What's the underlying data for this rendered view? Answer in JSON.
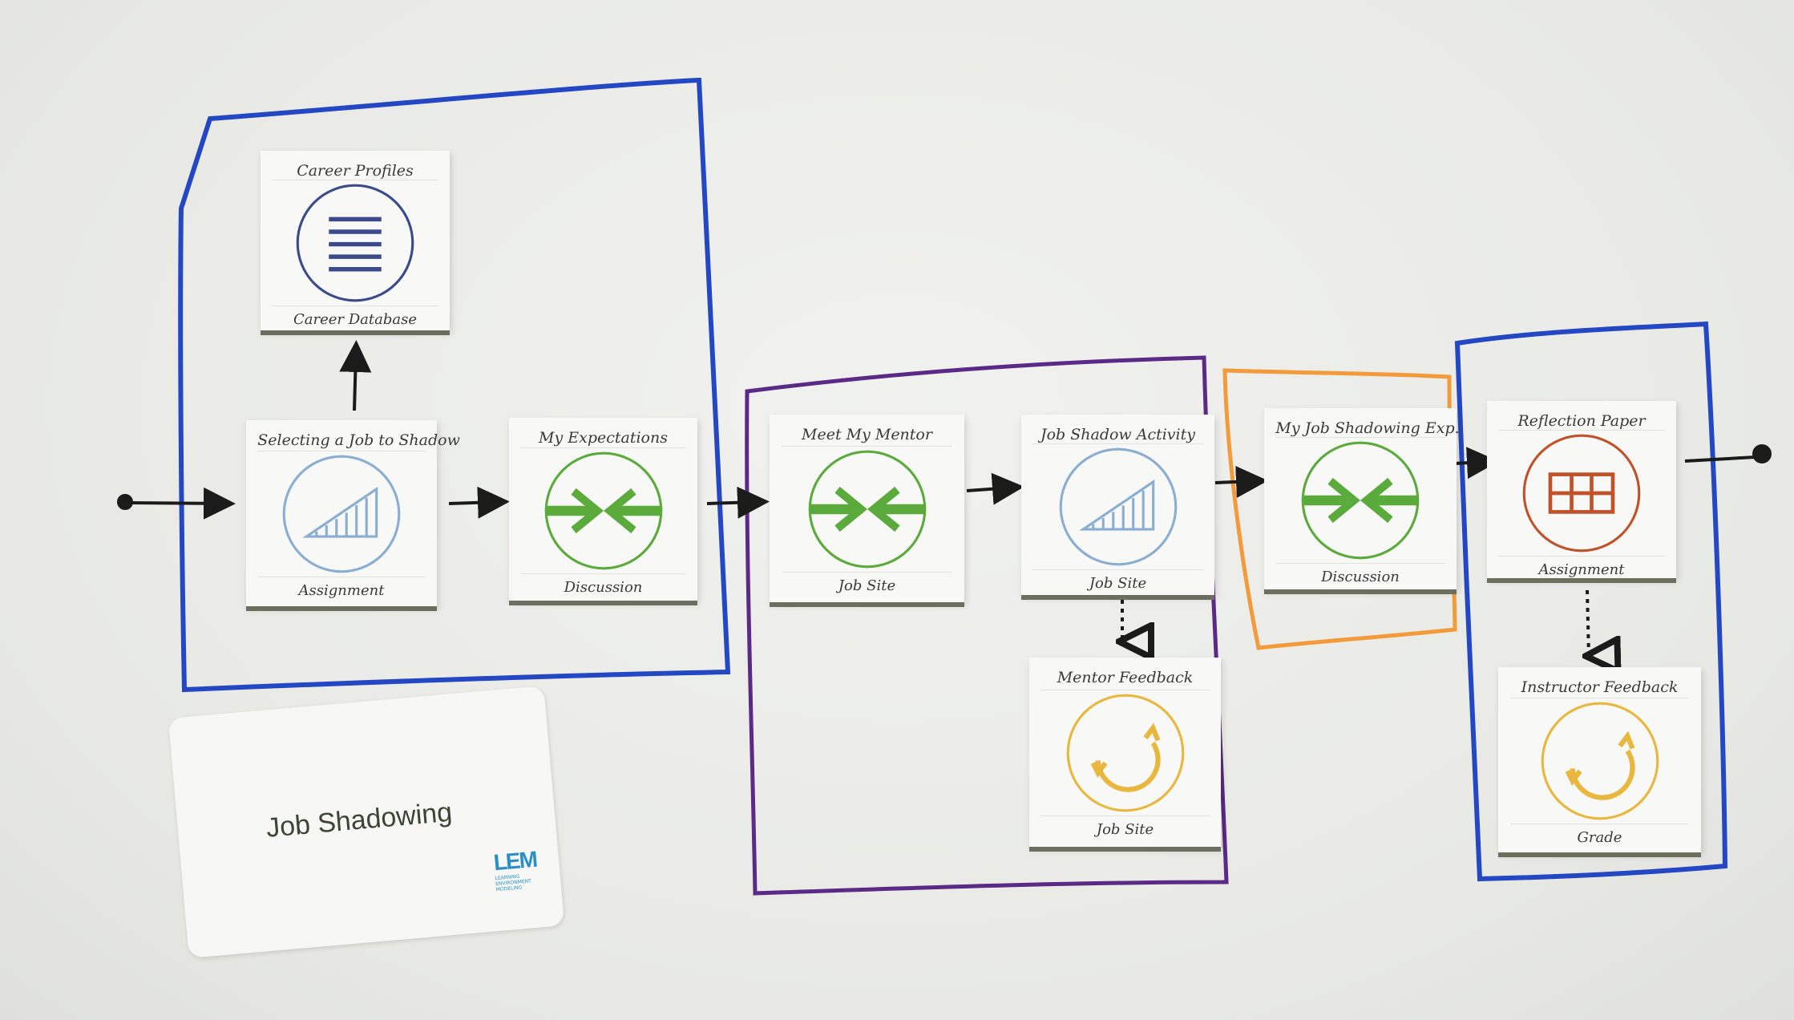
{
  "colors": {
    "blue_group": "#2447c4",
    "purple_group": "#5a2a86",
    "orange_group": "#f39a3a",
    "arrow": "#1b1b1b",
    "list_icon": "#3b4a8a",
    "ramp_icon": "#8aaed2",
    "converge_icon": "#5aaa3c",
    "grid_icon": "#c0522a",
    "cycle_icon": "#e9b73e"
  },
  "cards": [
    {
      "title": "Career Profiles",
      "subtitle": "Career Database",
      "icon": "list-icon"
    },
    {
      "title": "Selecting a Job to Shadow",
      "subtitle": "Assignment",
      "icon": "ramp-icon"
    },
    {
      "title": "My Expectations",
      "subtitle": "Discussion",
      "icon": "converge-arrows-icon"
    },
    {
      "title": "Meet My Mentor",
      "subtitle": "Job Site",
      "icon": "converge-arrows-icon"
    },
    {
      "title": "Job Shadow Activity",
      "subtitle": "Job Site",
      "icon": "ramp-icon"
    },
    {
      "title": "Mentor Feedback",
      "subtitle": "Job Site",
      "icon": "cycle-icon"
    },
    {
      "title": "My Job Shadowing Exp.",
      "subtitle": "Discussion",
      "icon": "converge-arrows-icon"
    },
    {
      "title": "Reflection Paper",
      "subtitle": "Assignment",
      "icon": "grid-icon"
    },
    {
      "title": "Instructor Feedback",
      "subtitle": "Grade",
      "icon": "cycle-icon"
    }
  ],
  "name_card": {
    "title": "Job Shadowing",
    "logo": "LEM",
    "logo_text": [
      "LEARNING",
      "ENVIRONMENT",
      "MODELING"
    ]
  }
}
